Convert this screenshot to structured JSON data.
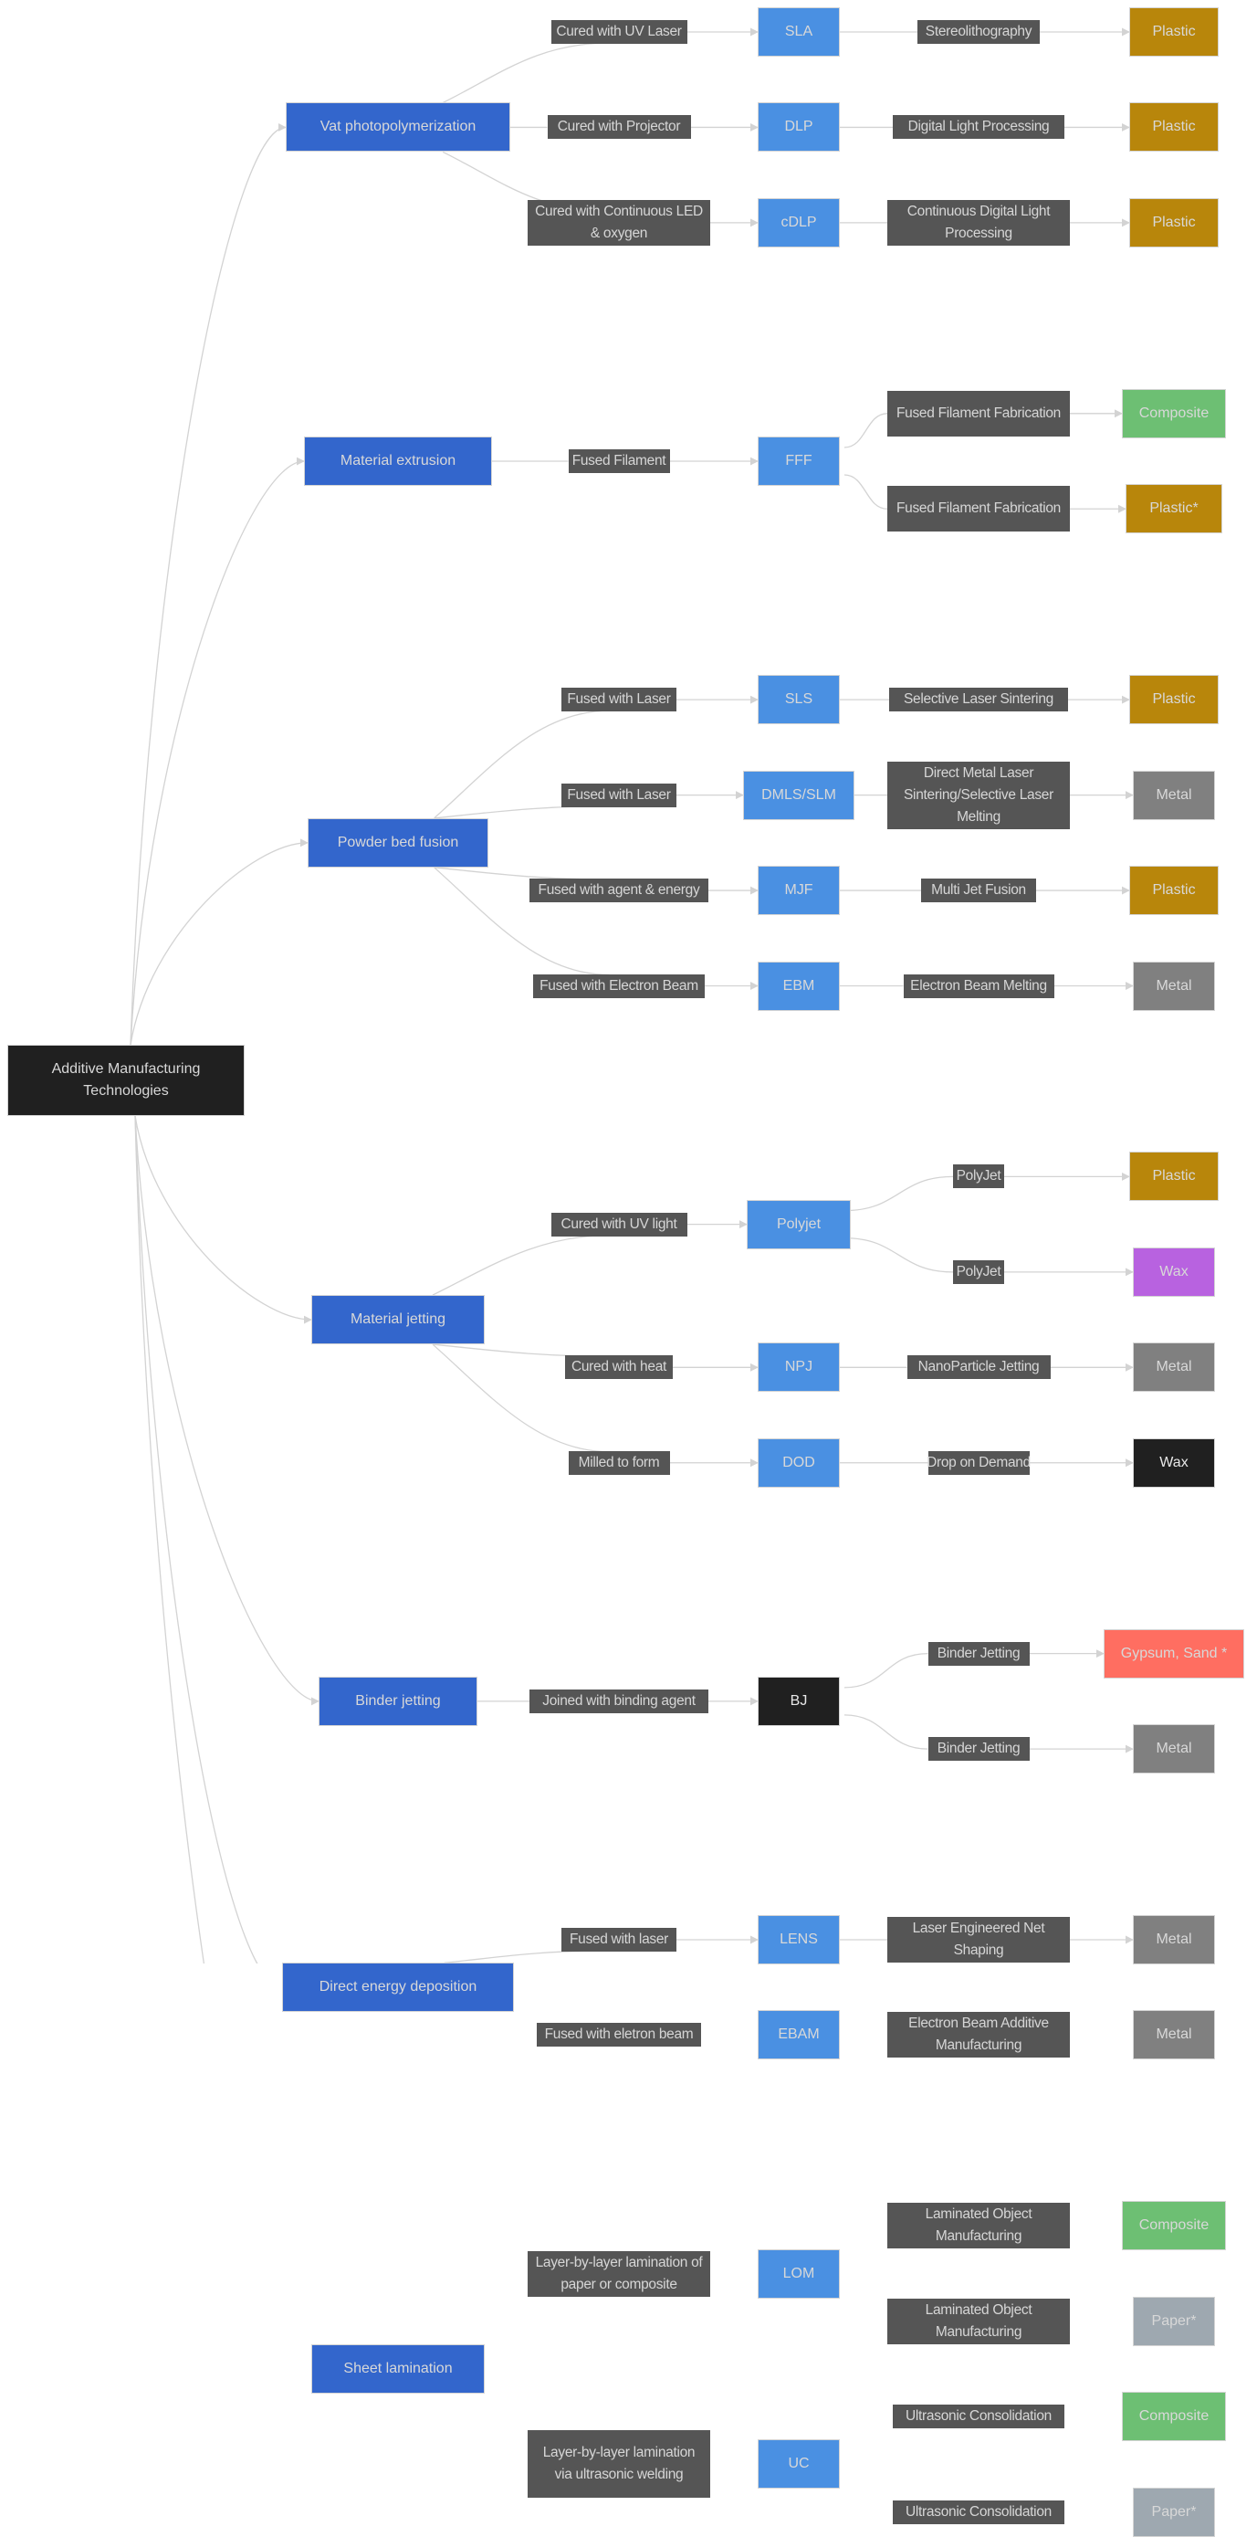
{
  "diagram": {
    "root": "Additive Manufacturing Technologies",
    "colors": {
      "root": "#202020",
      "category": "#3366cc",
      "technology": "#4a90e2",
      "label": "#555555",
      "edge": "#d3d3d3",
      "materials": {
        "Plastic": "#b8860b",
        "Composite": "#6dbf73",
        "Metal": "#808080",
        "Wax-purple": "#b862e0",
        "Wax-black": "#202020",
        "Gypsum": "#ff6e61",
        "Paper": "#9ea8b0"
      }
    },
    "categories": [
      {
        "label": "Vat photopolymerization",
        "branches": [
          {
            "process": "Cured with UV Laser",
            "tech": "SLA",
            "outputs": [
              {
                "label": "Stereolithography",
                "material": "Plastic",
                "color_key": "Plastic"
              }
            ]
          },
          {
            "process": "Cured with Projector",
            "tech": "DLP",
            "outputs": [
              {
                "label": "Digital Light Processing",
                "material": "Plastic",
                "color_key": "Plastic"
              }
            ]
          },
          {
            "process": "Cured with Continuous LED & oxygen",
            "tech": "cDLP",
            "outputs": [
              {
                "label": "Continuous Digital Light Processing",
                "material": "Plastic",
                "color_key": "Plastic"
              }
            ]
          }
        ]
      },
      {
        "label": "Material extrusion",
        "branches": [
          {
            "process": "Fused Filament",
            "tech": "FFF",
            "outputs": [
              {
                "label": "Fused Filament Fabrication",
                "material": "Composite",
                "color_key": "Composite"
              },
              {
                "label": "Fused Filament Fabrication",
                "material": "Plastic*",
                "color_key": "Plastic"
              }
            ]
          }
        ]
      },
      {
        "label": "Powder bed fusion",
        "branches": [
          {
            "process": "Fused with Laser",
            "tech": "SLS",
            "outputs": [
              {
                "label": "Selective Laser Sintering",
                "material": "Plastic",
                "color_key": "Plastic"
              }
            ]
          },
          {
            "process": "Fused with Laser",
            "tech": "DMLS/SLM",
            "outputs": [
              {
                "label": "Direct Metal Laser Sintering/Selective Laser Melting",
                "material": "Metal",
                "color_key": "Metal"
              }
            ]
          },
          {
            "process": "Fused with agent & energy",
            "tech": "MJF",
            "outputs": [
              {
                "label": "Multi Jet Fusion",
                "material": "Plastic",
                "color_key": "Plastic"
              }
            ]
          },
          {
            "process": "Fused with Electron Beam",
            "tech": "EBM",
            "outputs": [
              {
                "label": "Electron Beam Melting",
                "material": "Metal",
                "color_key": "Metal"
              }
            ]
          }
        ]
      },
      {
        "label": "Material jetting",
        "branches": [
          {
            "process": "Cured with UV light",
            "tech": "Polyjet",
            "outputs": [
              {
                "label": "PolyJet",
                "material": "Plastic",
                "color_key": "Plastic"
              },
              {
                "label": "PolyJet",
                "material": "Wax",
                "color_key": "Wax-purple"
              }
            ]
          },
          {
            "process": "Cured with heat",
            "tech": "NPJ",
            "outputs": [
              {
                "label": "NanoParticle Jetting",
                "material": "Metal",
                "color_key": "Metal"
              }
            ]
          },
          {
            "process": "Milled to form",
            "tech": "DOD",
            "outputs": [
              {
                "label": "Drop on Demand",
                "material": "Wax",
                "color_key": "Wax-black"
              }
            ]
          }
        ]
      },
      {
        "label": "Binder jetting",
        "branches": [
          {
            "process": "Joined with binding agent",
            "tech": "BJ",
            "tech_dark": true,
            "outputs": [
              {
                "label": "Binder Jetting",
                "material": "Gypsum, Sand *",
                "color_key": "Gypsum"
              },
              {
                "label": "Binder Jetting",
                "material": "Metal",
                "color_key": "Metal"
              }
            ]
          }
        ]
      },
      {
        "label": "Direct energy deposition",
        "branches": [
          {
            "process": "Fused with laser",
            "tech": "LENS",
            "outputs": [
              {
                "label": "Laser Engineered Net Shaping",
                "material": "Metal",
                "color_key": "Metal"
              }
            ]
          },
          {
            "process": "Fused with eletron beam",
            "tech": "EBAM",
            "outputs": [
              {
                "label": "Electron Beam Additive Manufacturing",
                "material": "Metal",
                "color_key": "Metal"
              }
            ]
          }
        ]
      },
      {
        "label": "Sheet lamination",
        "branches": [
          {
            "process": "Layer-by-layer lamination of paper or composite",
            "tech": "LOM",
            "outputs": [
              {
                "label": "Laminated Object Manufacturing",
                "material": "Composite",
                "color_key": "Composite"
              },
              {
                "label": "Laminated Object Manufacturing",
                "material": "Paper*",
                "color_key": "Paper"
              }
            ]
          },
          {
            "process": "Layer-by-layer lamination via ultrasonic welding",
            "tech": "UC",
            "outputs": [
              {
                "label": "Ultrasonic Consolidation",
                "material": "Composite",
                "color_key": "Composite"
              },
              {
                "label": "Ultrasonic Consolidation",
                "material": "Paper*",
                "color_key": "Paper"
              }
            ]
          }
        ]
      }
    ]
  }
}
